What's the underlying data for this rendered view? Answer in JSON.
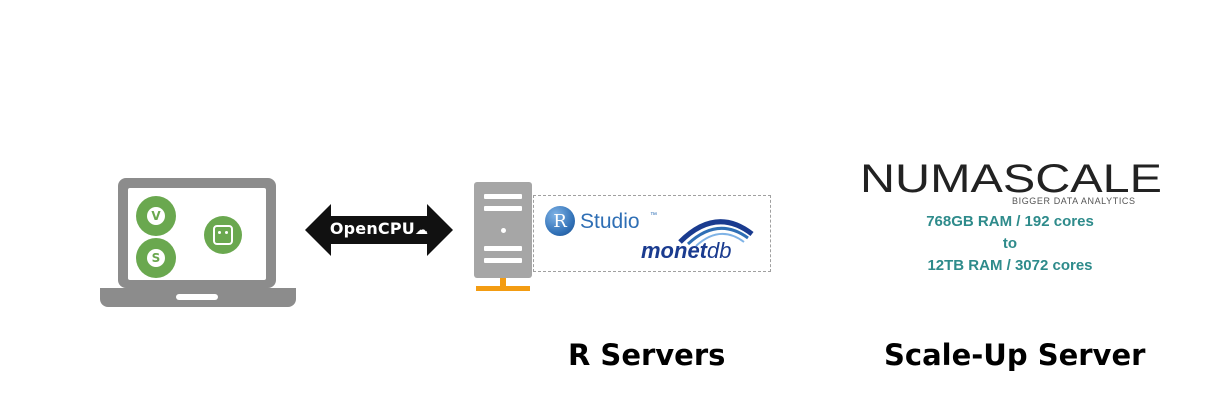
{
  "connector": {
    "label": "OpenCPU",
    "icon": "cloud-icon"
  },
  "laptop": {
    "apps": [
      {
        "name": "qlikview-icon",
        "letter": "V"
      },
      {
        "name": "qliksense-icon",
        "letter": "S"
      },
      {
        "name": "app-square-icon",
        "letter": ""
      }
    ]
  },
  "r_servers": {
    "caption": "R Servers",
    "rstudio": {
      "logo_letter": "R",
      "label": "Studio",
      "tm": "™"
    },
    "monetdb": {
      "label_main": "monet",
      "label_suffix": "db"
    }
  },
  "scale_up": {
    "caption": "Scale-Up Server",
    "brand": "NUMASCALE",
    "tagline": "BIGGER DATA ANALYTICS",
    "specs": [
      "768GB RAM / 192 cores",
      "to",
      "12TB RAM / 3072 cores"
    ]
  },
  "colors": {
    "accent_green": "#6aa84f",
    "server_gray": "#a6a6a6",
    "server_orange": "#f39c12",
    "spec_teal": "#2e8b8b",
    "rstudio_blue": "#2f6fb5",
    "monet_blue": "#1a3b8f"
  }
}
